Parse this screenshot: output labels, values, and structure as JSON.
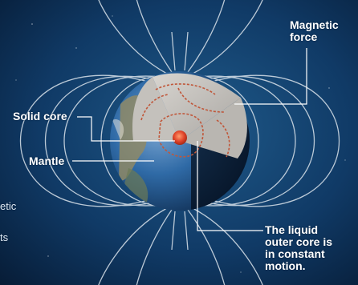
{
  "labels": {
    "magnetic_force": "Magnetic\nforce",
    "solid_core": "Solid core",
    "mantle": "Mantle",
    "liquid_outer_core": "The liquid\nouter core is\nin constant\nmotion.",
    "left_fragment_1": "etic",
    "left_fragment_2": "ts"
  },
  "colors": {
    "background": "#0a2a4e",
    "field_lines": "#d9e2ea",
    "callout_lines": "#ffffff",
    "inner_core": "#e0442a",
    "cutaway": "#c9c6c1",
    "dashed_boundary": "#c0573a"
  }
}
